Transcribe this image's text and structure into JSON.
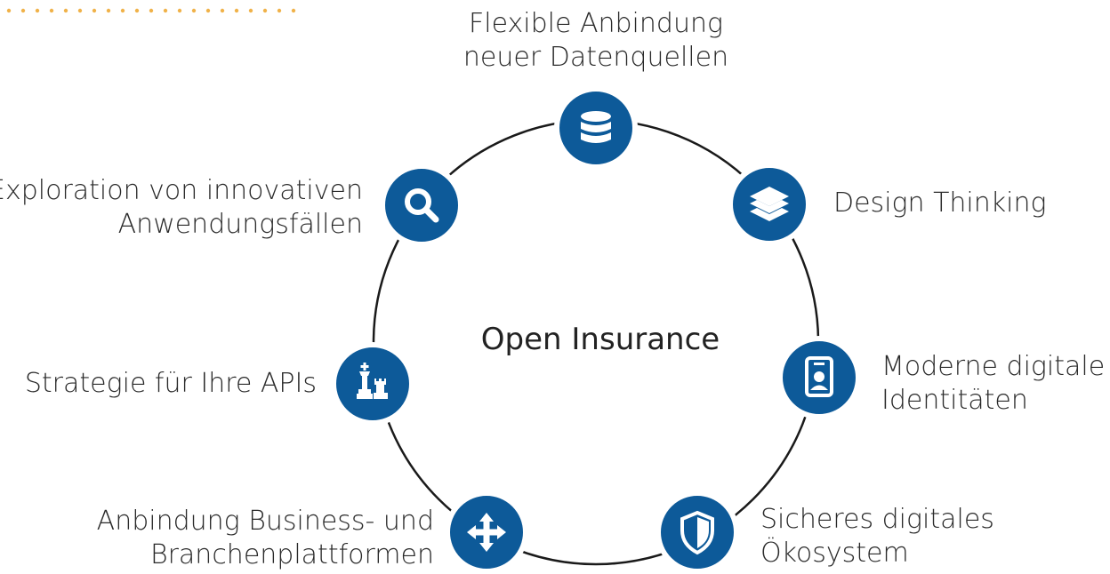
{
  "center_title": "Open Insurance",
  "colors": {
    "accent_dots": "#f0b24a",
    "node_fill": "#0d5a99",
    "ring": "#1a1a1a",
    "text": "#2a2a2a"
  },
  "nodes": [
    {
      "id": "data-sources",
      "icon": "database-icon",
      "lines": [
        "Flexible Anbindung",
        "neuer Datenquellen"
      ]
    },
    {
      "id": "design-thinking",
      "icon": "layers-icon",
      "lines": [
        "Design Thinking"
      ]
    },
    {
      "id": "digital-identities",
      "icon": "id-badge-icon",
      "lines": [
        "Moderne digitale",
        "Identitäten"
      ]
    },
    {
      "id": "secure-ecosystem",
      "icon": "shield-icon",
      "lines": [
        "Sicheres digitales",
        "Ökosystem"
      ]
    },
    {
      "id": "business-platforms",
      "icon": "move-arrows-icon",
      "lines": [
        "Anbindung Business- und",
        "Branchenplattformen"
      ]
    },
    {
      "id": "api-strategy",
      "icon": "chess-icon",
      "lines": [
        "Strategie für Ihre APIs"
      ]
    },
    {
      "id": "use-cases",
      "icon": "search-icon",
      "lines": [
        "Exploration von innovativen",
        "Anwendungsfällen"
      ]
    }
  ]
}
